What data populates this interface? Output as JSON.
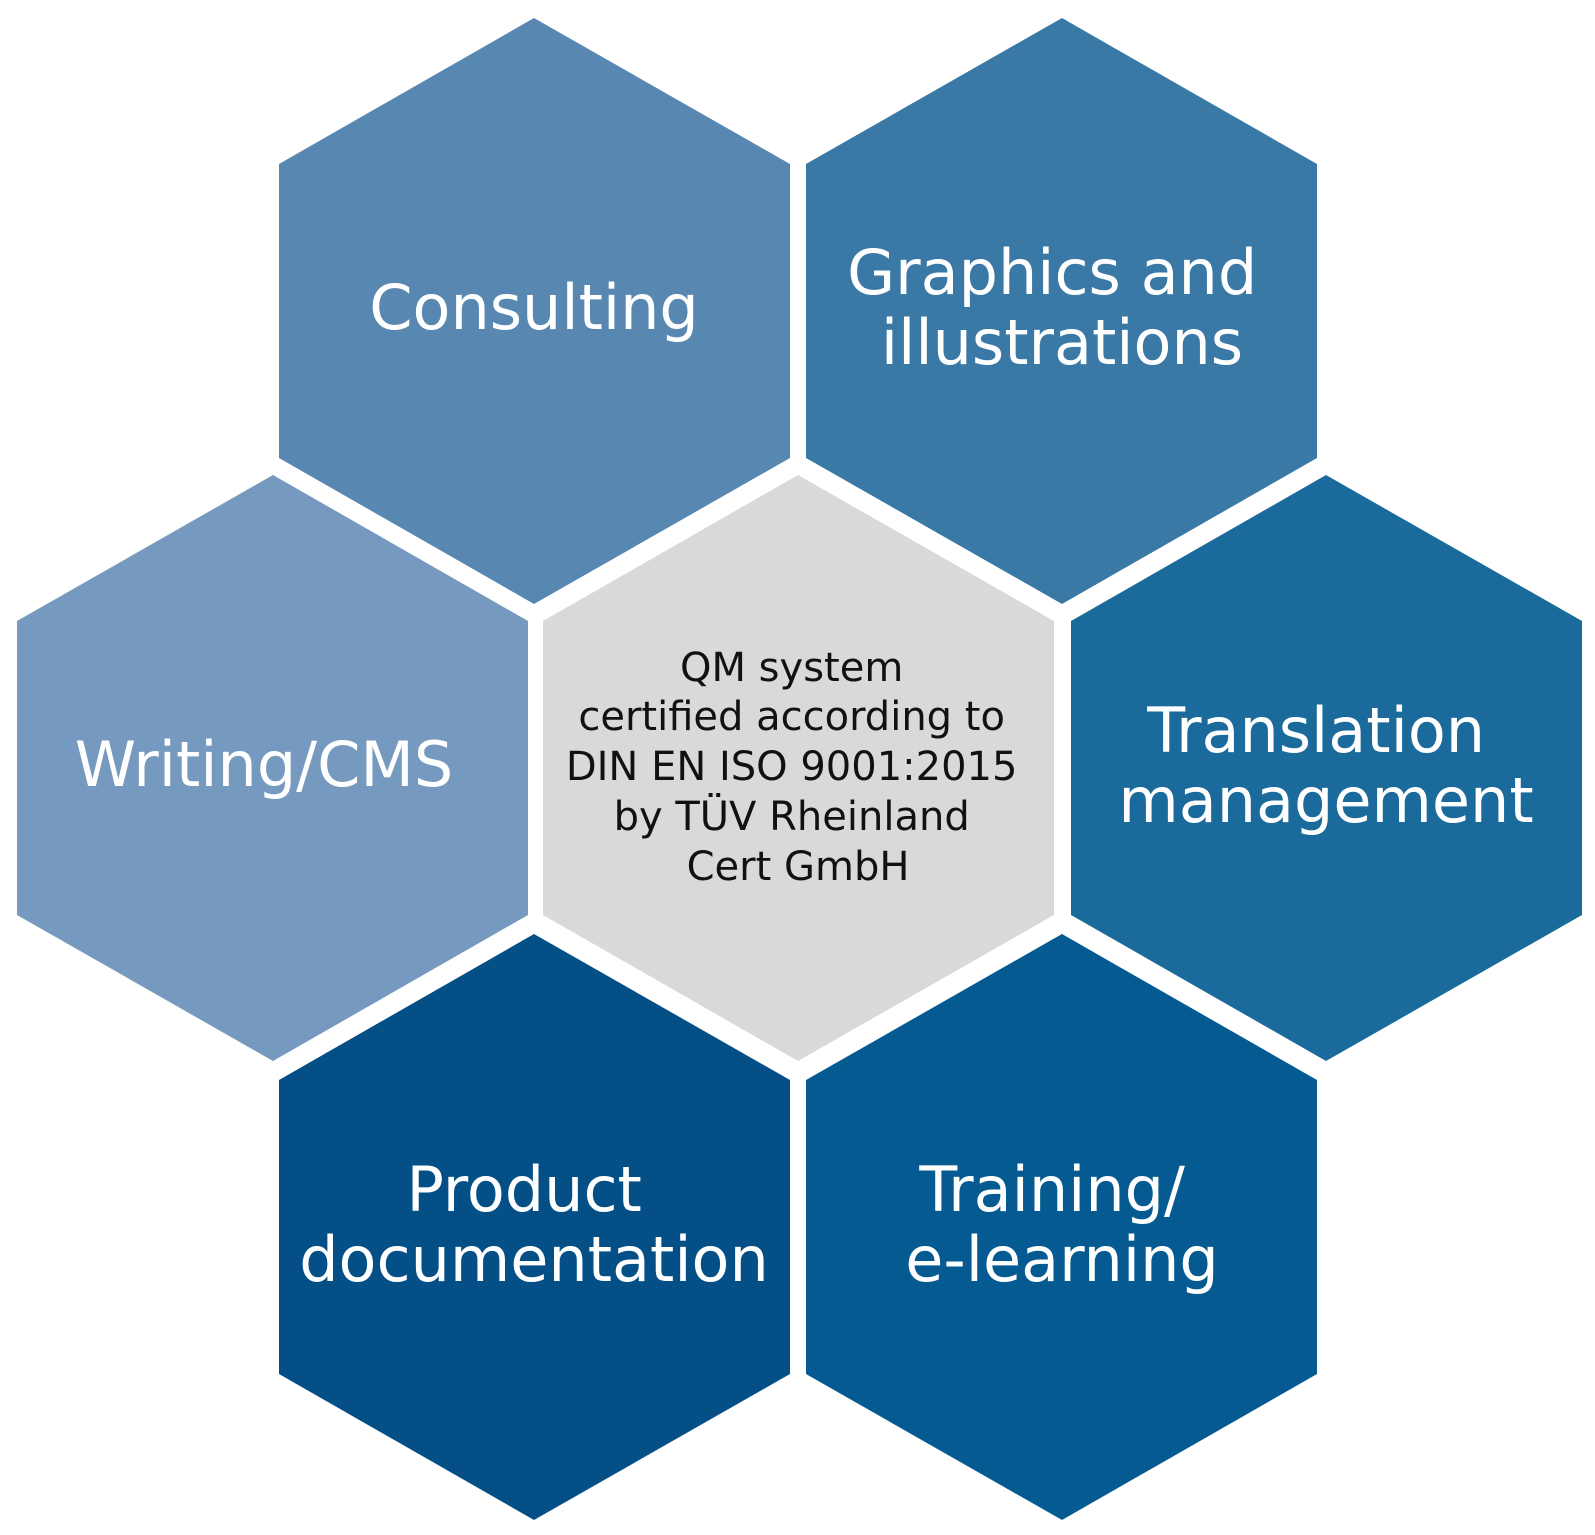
{
  "diagram": {
    "hexagons": [
      {
        "id": "consulting",
        "lines": [
          "Consulting"
        ],
        "color": "#5888b1"
      },
      {
        "id": "graphics",
        "lines": [
          "Graphics and",
          "illustrations"
        ],
        "color": "#3a79a6"
      },
      {
        "id": "writing",
        "lines": [
          "Writing/CMS"
        ],
        "color": "#769abf"
      },
      {
        "id": "center",
        "lines": [
          "QM system",
          "certified according to",
          "DIN EN ISO 9001:2015",
          "by TÜV Rheinland",
          "Cert GmbH"
        ],
        "color": "#d8d9db"
      },
      {
        "id": "translation",
        "lines": [
          "Translation",
          "management"
        ],
        "color": "#1b6a9c"
      },
      {
        "id": "product",
        "lines": [
          "Product",
          "documentation"
        ],
        "color": "#044f86"
      },
      {
        "id": "training",
        "lines": [
          "Training/",
          "e-learning"
        ],
        "color": "#055b91"
      }
    ]
  }
}
